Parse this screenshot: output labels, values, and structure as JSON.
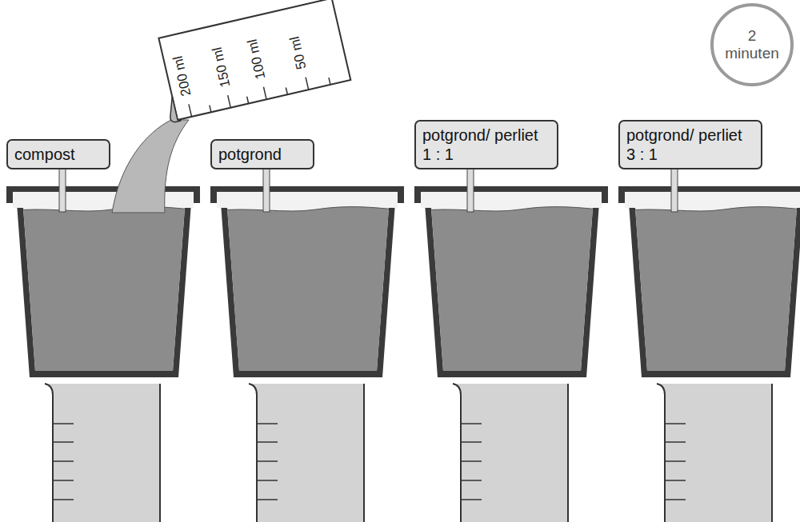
{
  "diagram": {
    "nodes": [
      {
        "text": [
          "compost"
        ]
      },
      {
        "text": [
          "potgrond"
        ]
      },
      {
        "text": [
          "potgrond/ perliet 1 : 1"
        ]
      },
      {
        "text": [
          "potgrond/ perliet 3 : 1"
        ]
      },
      {
        "text": [
          "2 minuten"
        ]
      }
    ],
    "labels": [
      "200 ml",
      "150 ml",
      "100 ml",
      "50 ml"
    ]
  }
}
